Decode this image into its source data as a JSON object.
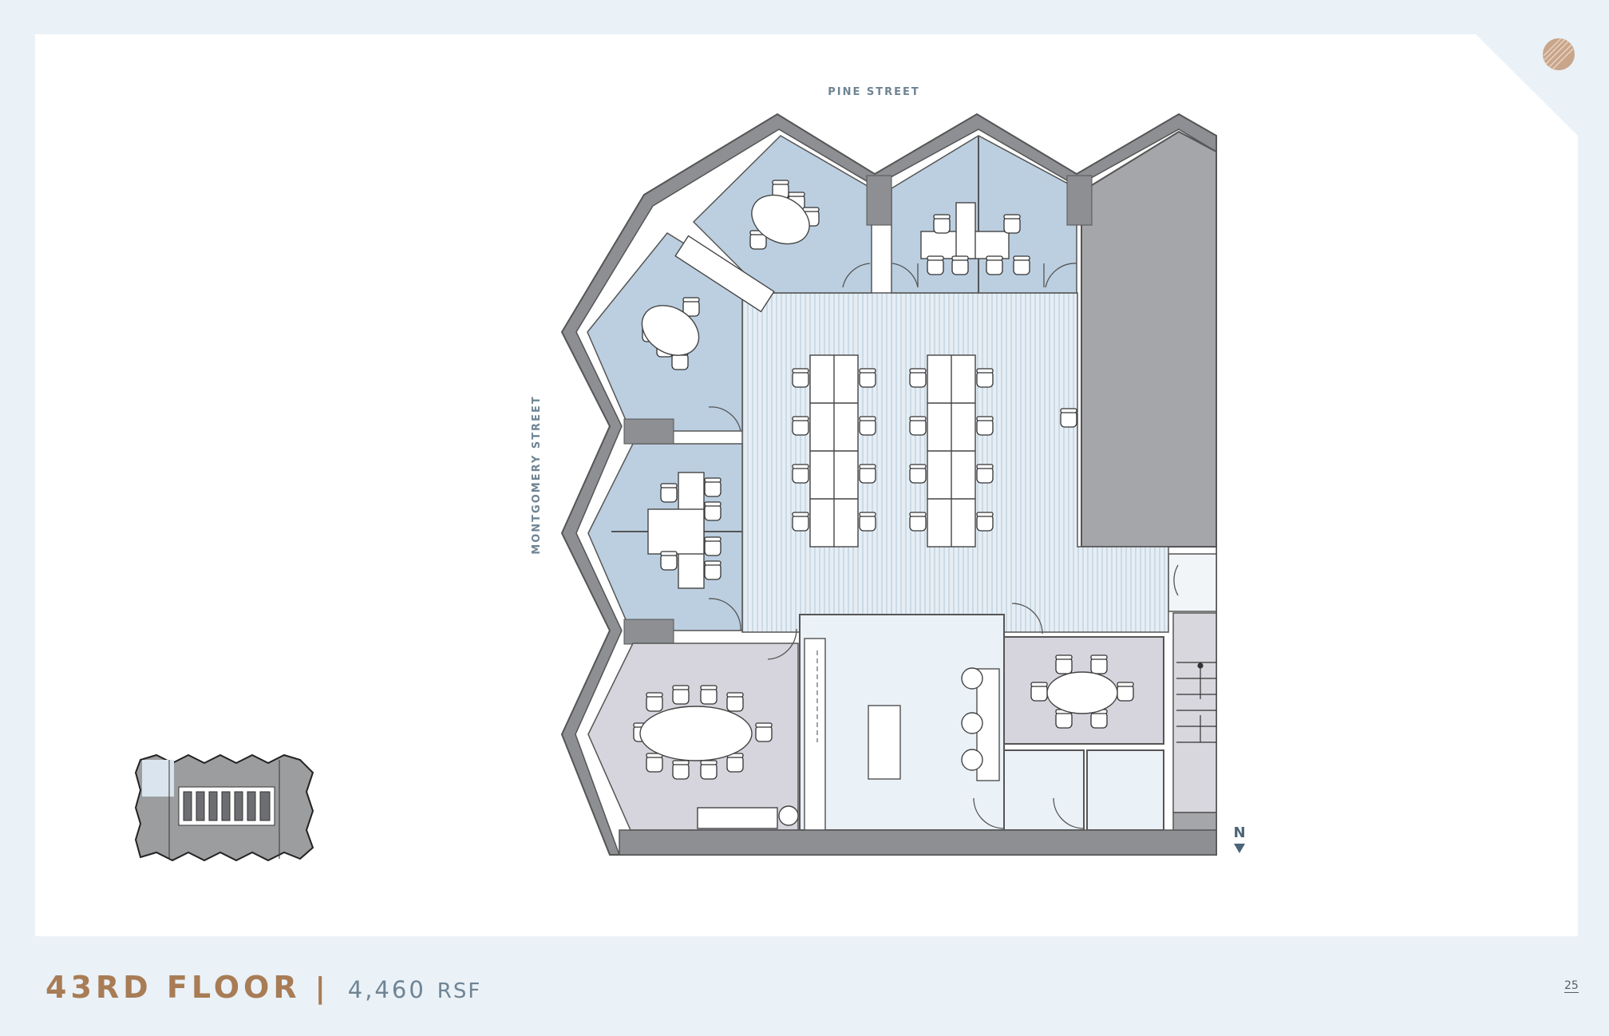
{
  "plan": {
    "street_north": "PINE STREET",
    "street_west": "MONTGOMERY STREET",
    "north_label": "N"
  },
  "footer": {
    "floor_label": "43RD FLOOR",
    "separator": "|",
    "area_value": "4,460",
    "area_unit": "RSF",
    "page_number": "25"
  },
  "colors": {
    "background": "#eaf1f7",
    "brand_copper": "#a87c55",
    "glass_blue": "#bccfe0",
    "shared_grey": "#d6d4dc",
    "core_grey": "#a5a6a9"
  },
  "icons": [
    "brand-logo-icon",
    "north-arrow-icon"
  ]
}
